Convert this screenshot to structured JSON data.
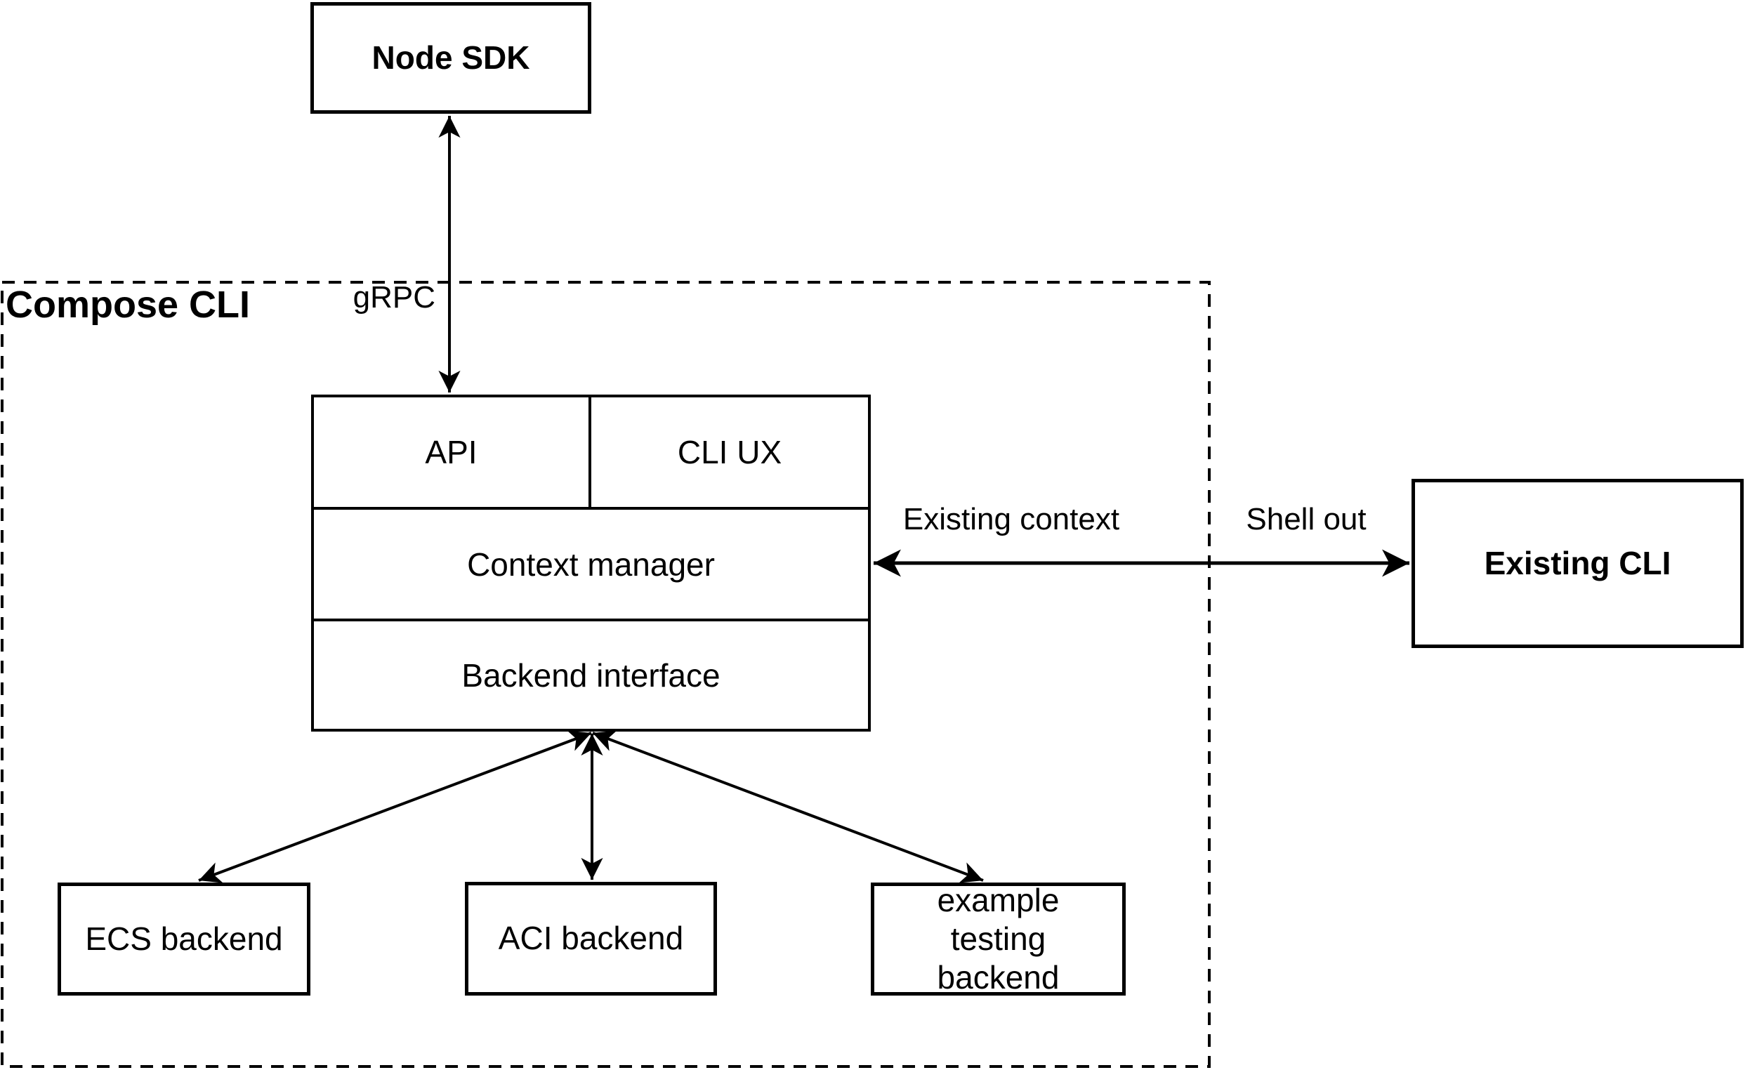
{
  "container": {
    "label": "Compose CLI"
  },
  "nodes": {
    "node_sdk": "Node SDK",
    "api": "API",
    "cli_ux": "CLI UX",
    "context_manager": "Context manager",
    "backend_interface": "Backend interface",
    "existing_cli": "Existing CLI",
    "ecs_backend": "ECS backend",
    "aci_backend": "ACI backend",
    "example_backend": "example testing backend"
  },
  "edges": {
    "grpc_label": "gRPC",
    "existing_context_label": "Existing context",
    "shell_out_label": "Shell out"
  },
  "colors": {
    "line": "#000000",
    "background": "#ffffff",
    "text": "#000000"
  }
}
